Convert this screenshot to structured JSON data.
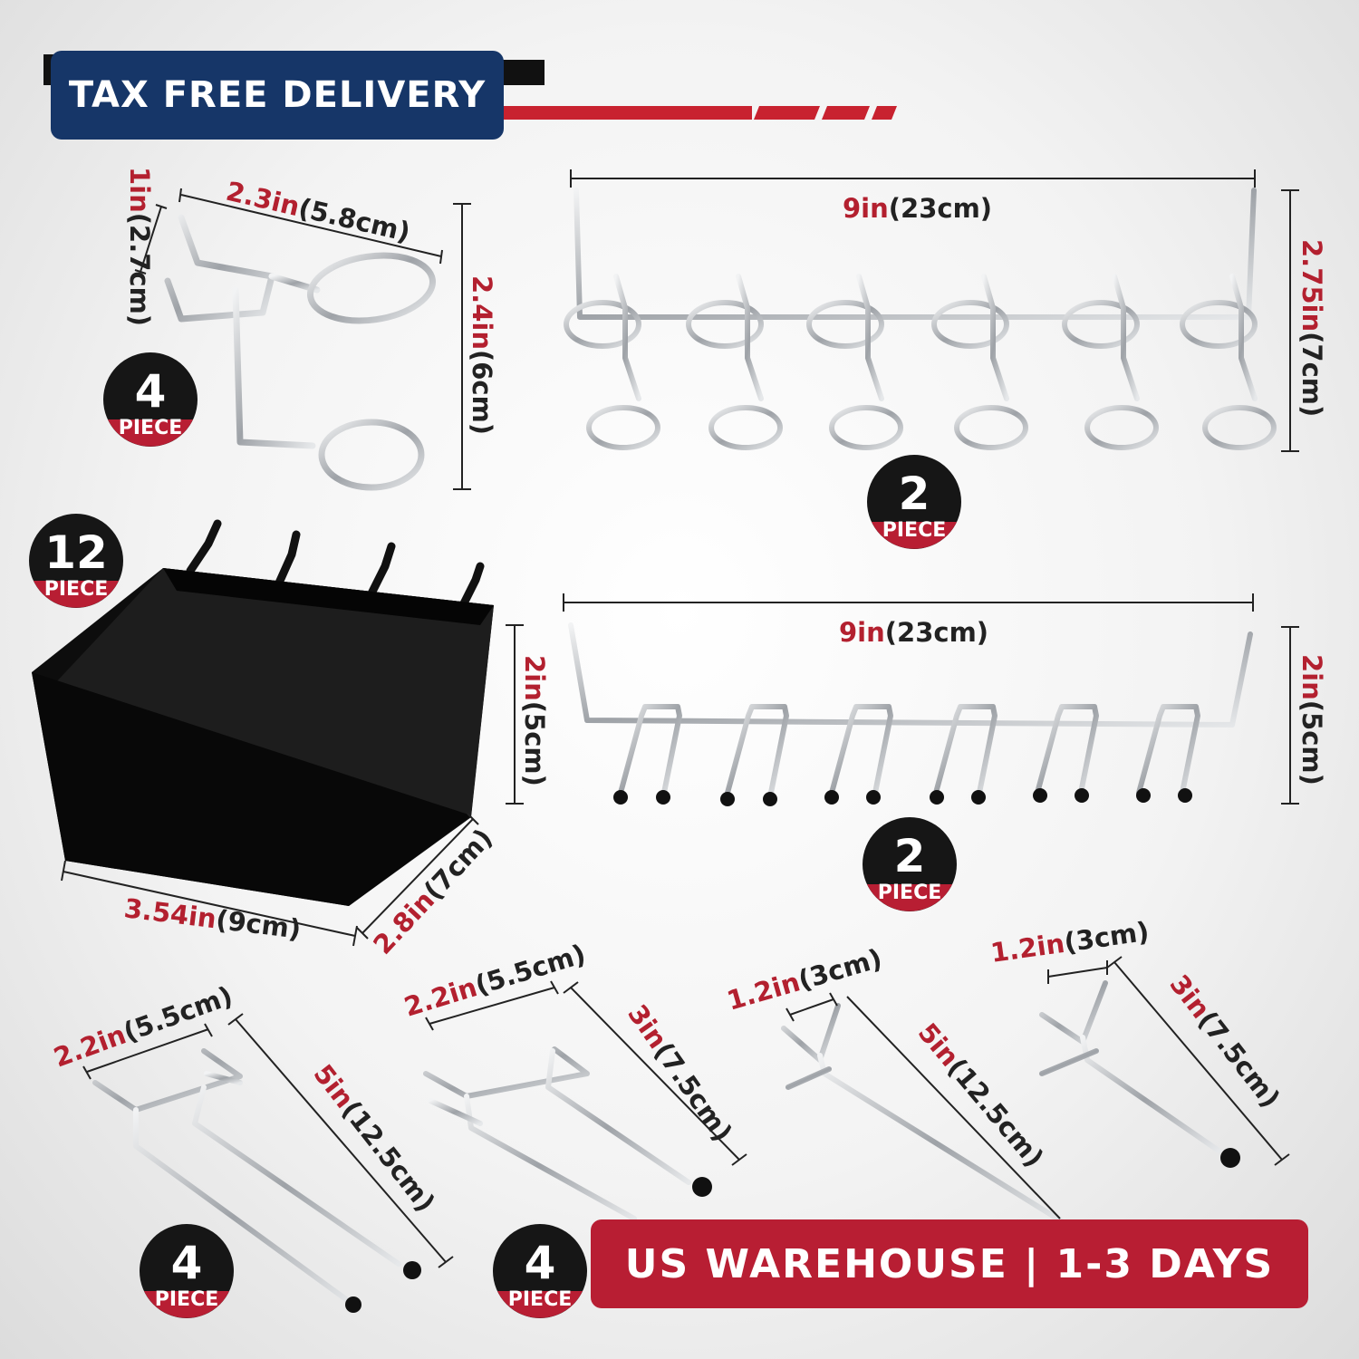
{
  "banners": {
    "tax_free": "TAX FREE DELIVERY",
    "warehouse": "US WAREHOUSE | 1-3 DAYS"
  },
  "colors": {
    "accent_red": "#b81e33",
    "banner_navy": "#163668",
    "badge_black": "#161616",
    "metal": "#b9bcc0"
  },
  "badges": {
    "b1": {
      "qty": "4",
      "label": "PIECE"
    },
    "b2": {
      "qty": "2",
      "label": "PIECE"
    },
    "b3": {
      "qty": "12",
      "label": "PIECE"
    },
    "b4": {
      "qty": "2",
      "label": "PIECE"
    },
    "b5": {
      "qty": "4",
      "label": "PIECE"
    },
    "b6": {
      "qty": "4",
      "label": "PIECE"
    }
  },
  "dimensions": {
    "holder_depth": {
      "num": "1in",
      "unit": "(2.7cm)"
    },
    "holder_width": {
      "num": "2.3in",
      "unit": "(5.8cm)"
    },
    "holder_height": {
      "num": "2.4in",
      "unit": "(6cm)"
    },
    "ring_rack_length": {
      "num": "9in",
      "unit": "(23cm)"
    },
    "ring_rack_height": {
      "num": "2.75in",
      "unit": "(7cm)"
    },
    "bin_height": {
      "num": "2in",
      "unit": "(5cm)"
    },
    "bin_width": {
      "num": "3.54in",
      "unit": "(9cm)"
    },
    "bin_depth": {
      "num": "2.8in",
      "unit": "(7cm)"
    },
    "hook_rack_length": {
      "num": "9in",
      "unit": "(23cm)"
    },
    "hook_rack_height": {
      "num": "2in",
      "unit": "(5cm)"
    },
    "double_hook_long_width": {
      "num": "2.2in",
      "unit": "(5.5cm)"
    },
    "double_hook_long_length": {
      "num": "5in",
      "unit": "(12.5cm)"
    },
    "double_hook_short_width": {
      "num": "2.2in",
      "unit": "(5.5cm)"
    },
    "double_hook_short_length": {
      "num": "3in",
      "unit": "(7.5cm)"
    },
    "single_hook_long_width": {
      "num": "1.2in",
      "unit": "(3cm)"
    },
    "single_hook_long_length": {
      "num": "5in",
      "unit": "(12.5cm)"
    },
    "single_hook_short_width": {
      "num": "1.2in",
      "unit": "(3cm)"
    },
    "single_hook_short_length": {
      "num": "3in",
      "unit": "(7.5cm)"
    }
  }
}
